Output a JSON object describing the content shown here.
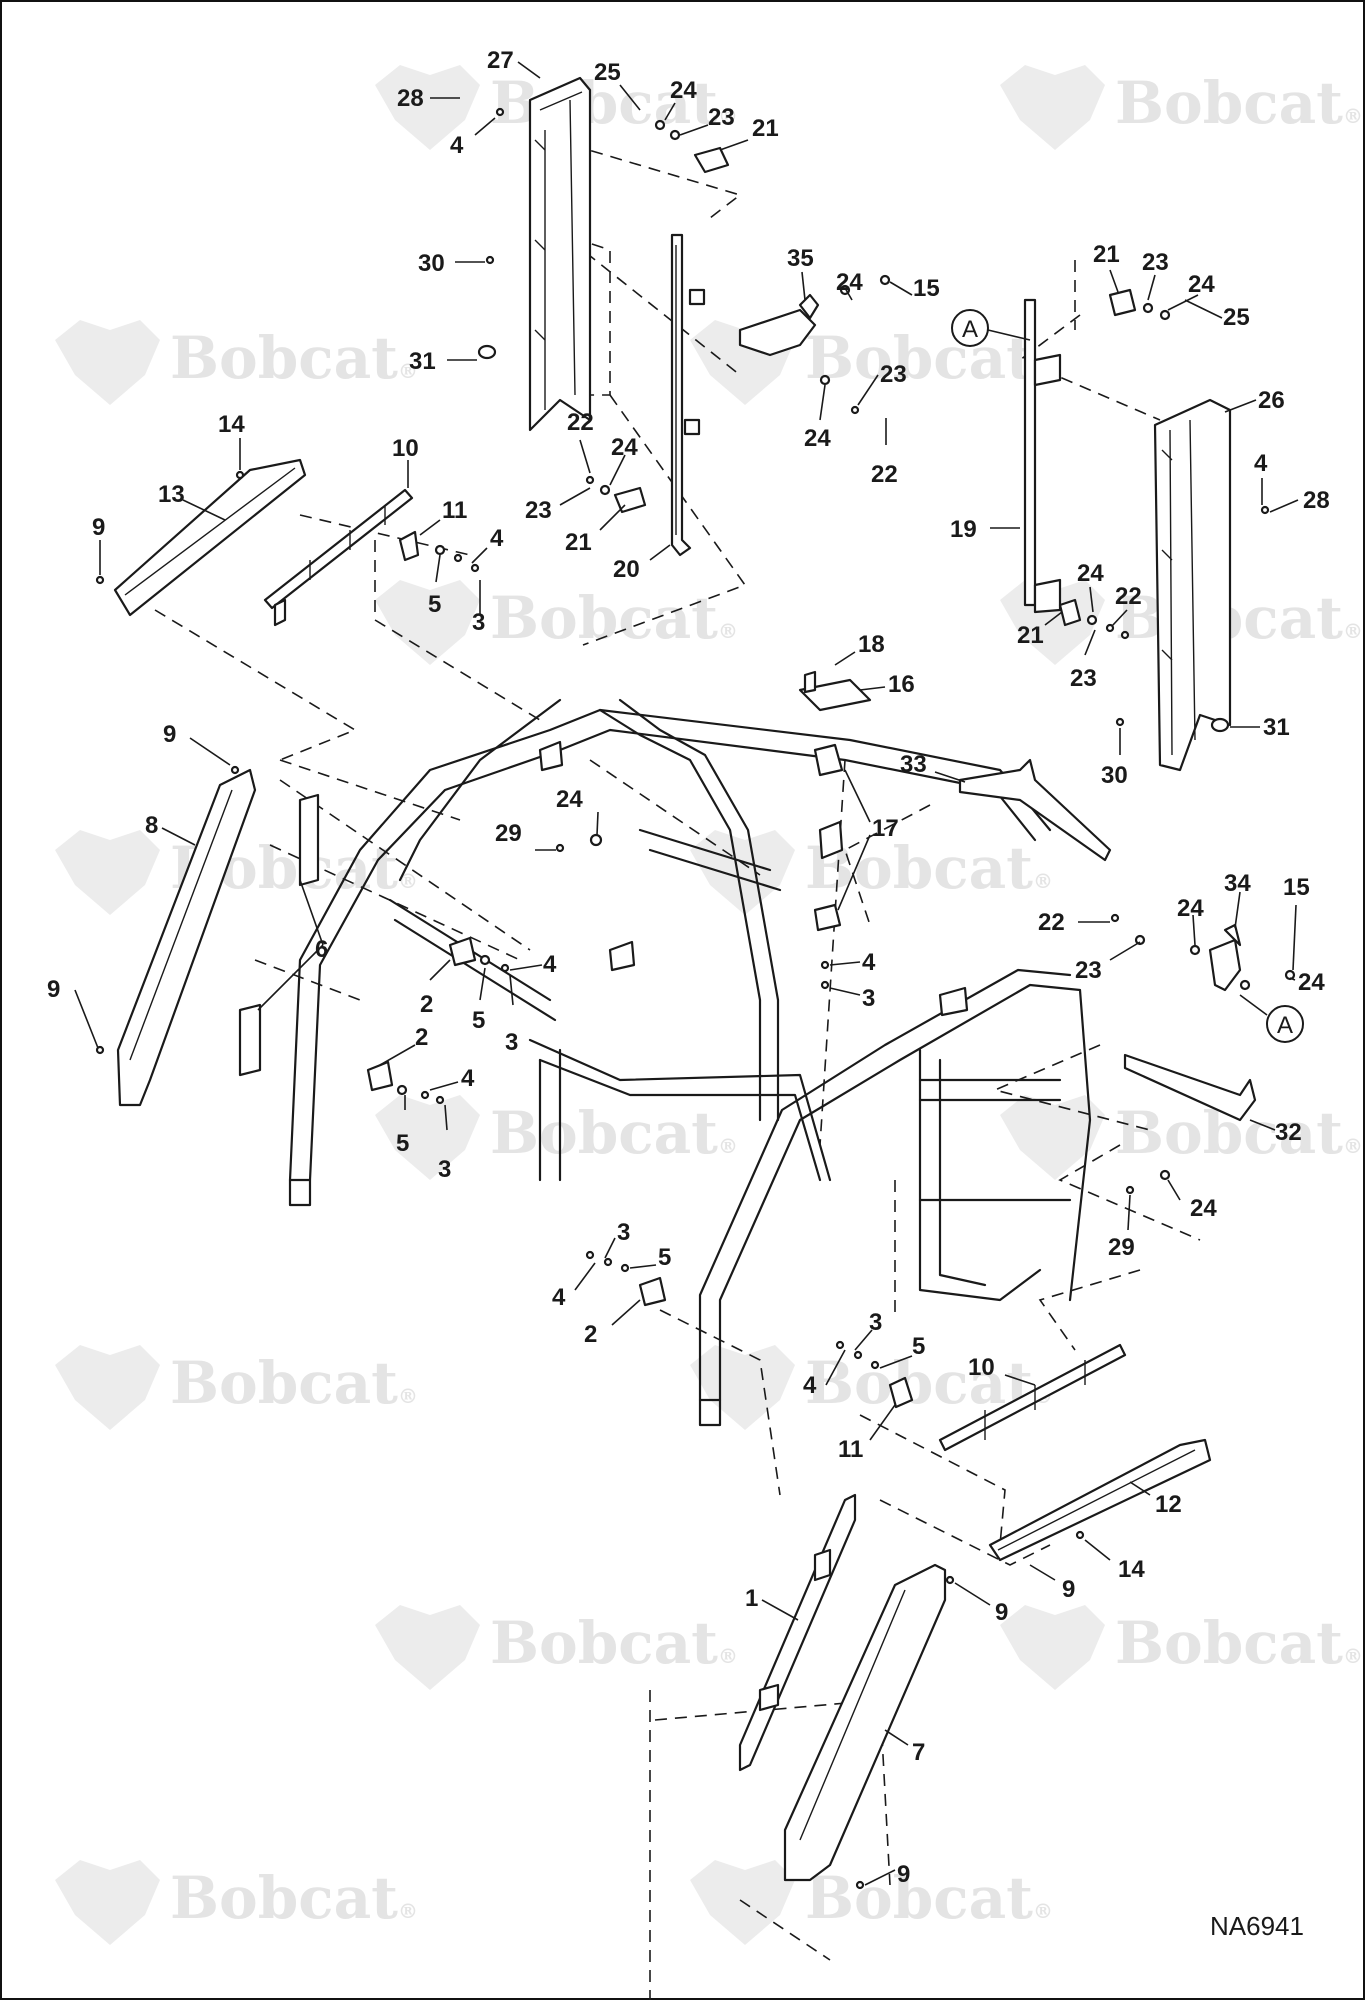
{
  "watermark": {
    "brand": "Bobcat",
    "mark": "®"
  },
  "drawing_code": "NA6941",
  "reference_letter": "A",
  "callouts": {
    "c27": "27",
    "c28a": "28",
    "c4a": "4",
    "c25a": "25",
    "c24a": "24",
    "c23a": "23",
    "c21a": "21",
    "c30a": "30",
    "c31a": "31",
    "c35": "35",
    "c24b": "24",
    "c15a": "15",
    "c23b": "23",
    "c24c": "24",
    "c22a": "22",
    "c22b": "22",
    "c24d": "24",
    "c23c": "23",
    "c21b": "21",
    "c20": "20",
    "c21c": "21",
    "c23d": "23",
    "c24e": "24",
    "c25b": "25",
    "c26": "26",
    "c4b": "4",
    "c28b": "28",
    "c19": "19",
    "c24f": "24",
    "c22c": "22",
    "c21d": "21",
    "c23e": "23",
    "c31b": "31",
    "c30b": "30",
    "c14a": "14",
    "c13": "13",
    "c9a": "9",
    "c10a": "10",
    "c11a": "11",
    "c4c": "4",
    "c5a": "5",
    "c3a": "3",
    "c18": "18",
    "c16": "16",
    "c33": "33",
    "c17": "17",
    "c24g": "24",
    "c29a": "29",
    "c4d": "4",
    "c3b": "3",
    "c9b": "9",
    "c8": "8",
    "c6": "6",
    "c9c": "9",
    "c2a": "2",
    "c5b": "5",
    "c4e": "4",
    "c3c": "3",
    "c2b": "2",
    "c4f": "4",
    "c5c": "5",
    "c3d": "3",
    "c22d": "22",
    "c24h": "24",
    "c34": "34",
    "c15b": "15",
    "c23f": "23",
    "c24i": "24",
    "c32": "32",
    "c24j": "24",
    "c29b": "29",
    "c3e": "3",
    "c5d": "5",
    "c4g": "4",
    "c2c": "2",
    "c3f": "3",
    "c5e": "5",
    "c4h": "4",
    "c10b": "10",
    "c11b": "11",
    "c12": "12",
    "c14b": "14",
    "c9d": "9",
    "c9e": "9",
    "c1": "1",
    "c7": "7",
    "c9f": "9"
  }
}
